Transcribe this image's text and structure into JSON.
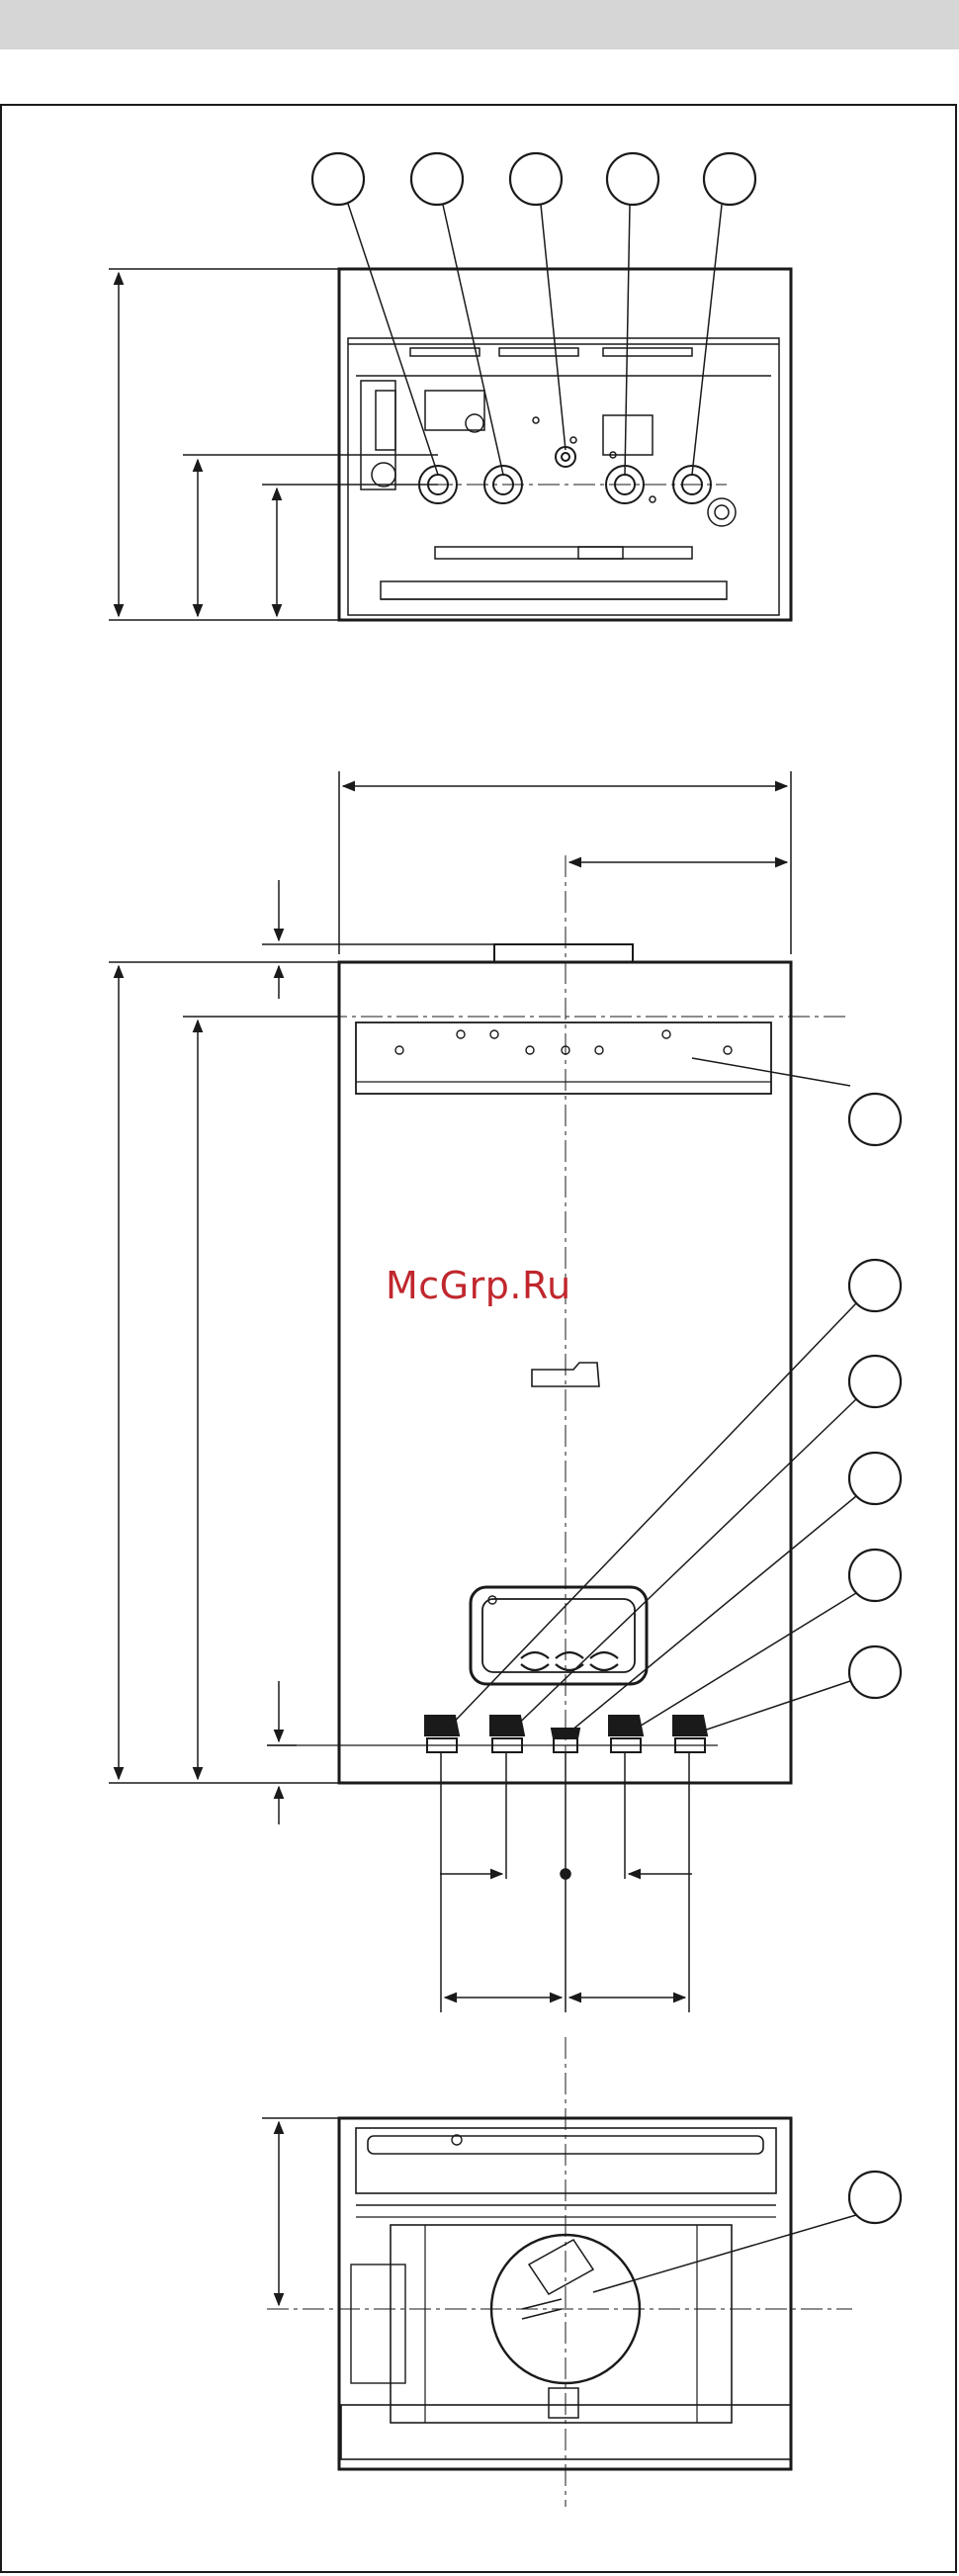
{
  "watermark": "McGrp.Ru",
  "colors": {
    "line": "#1a1a1a",
    "watermark": "#c0272d",
    "band": "#d6d6d6",
    "paper": "#ffffff"
  },
  "callouts": {
    "top_view_count": 5,
    "front_view_count": 6,
    "bottom_view_count": 1
  }
}
